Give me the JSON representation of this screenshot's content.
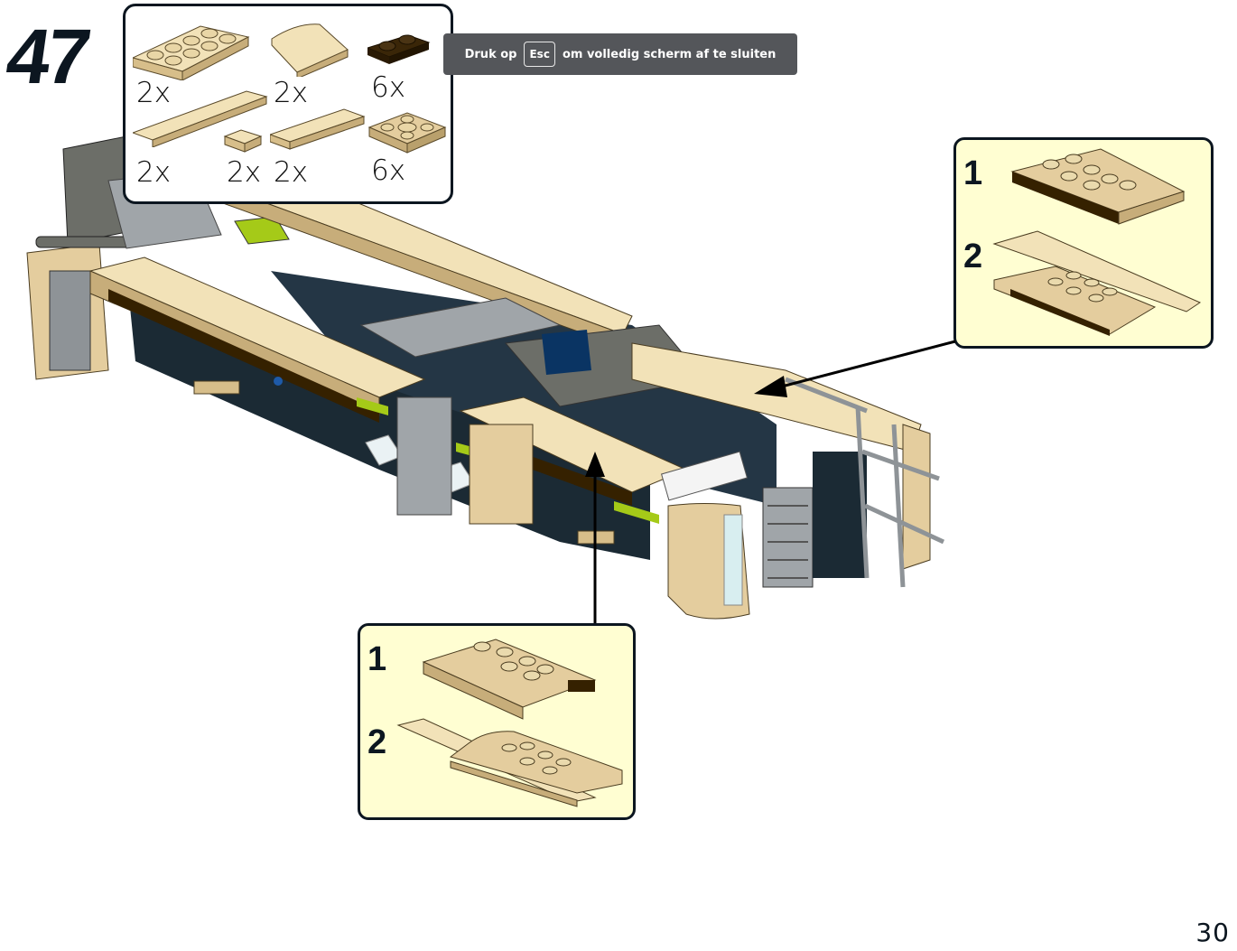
{
  "page": {
    "step_number": "47",
    "page_number": "30"
  },
  "fullscreen_toast": {
    "prefix": "Druk op",
    "key": "Esc",
    "suffix": "om volledig scherm af te sluiten"
  },
  "parts_list": {
    "items": [
      {
        "name": "tan-plate-2x4",
        "quantity": "2x",
        "color": "#e4cd9e"
      },
      {
        "name": "tan-curved-slope-2x2",
        "quantity": "2x",
        "color": "#e4cd9e"
      },
      {
        "name": "dark-brown-plate-1x2",
        "quantity": "6x",
        "color": "#352100"
      },
      {
        "name": "tan-tile-1x6",
        "quantity": "2x",
        "color": "#e4cd9e"
      },
      {
        "name": "tan-tile-1x1",
        "quantity": "2x",
        "color": "#e4cd9e"
      },
      {
        "name": "tan-tile-1x4",
        "quantity": "2x",
        "color": "#e4cd9e"
      },
      {
        "name": "tan-jumper-plate-2x2",
        "quantity": "6x",
        "color": "#e4cd9e"
      }
    ]
  },
  "callouts": [
    {
      "name": "right-subassembly",
      "steps": [
        "1",
        "2"
      ]
    },
    {
      "name": "bottom-subassembly",
      "steps": [
        "1",
        "2"
      ]
    }
  ],
  "colors": {
    "ink": "#0c1620",
    "tan": "#e4cd9e",
    "tan_light": "#f2e2b8",
    "dark_brown": "#352100",
    "light_gray": "#a0a5a9",
    "dark_gray": "#6c6e68",
    "black": "#1b2a34",
    "dark_blue": "#0a3463",
    "lime": "#a5ca18",
    "callout_bg": "#fffed2",
    "toast_bg": "#54565a"
  }
}
